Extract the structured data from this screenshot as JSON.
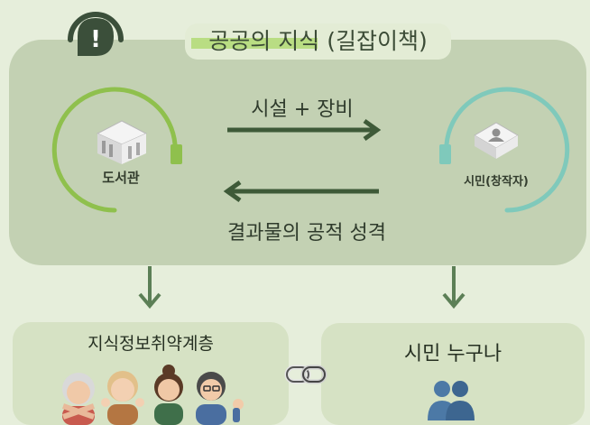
{
  "title": "공공의 지식 (길잡이책)",
  "badge": {
    "symbol": "!",
    "icon": "alert-badge-icon"
  },
  "nodes": {
    "library": {
      "label": "도서관",
      "icon": "library-building-icon"
    },
    "citizen": {
      "label": "시민(창작자)",
      "icon": "citizen-portrait-icon"
    }
  },
  "flows": {
    "forward": {
      "label": "시설 + 장비",
      "direction": "library-to-citizen"
    },
    "backward": {
      "label": "결과물의 공적 성격",
      "direction": "citizen-to-library"
    }
  },
  "outputs": {
    "left": {
      "label": "지식정보취약계층",
      "icon": "people-avatars-icon"
    },
    "right": {
      "label": "시민 누구나",
      "icon": "people-silhouette-icon"
    }
  },
  "connector": {
    "icon": "chain-link-icon"
  },
  "colors": {
    "background": "#e6eedb",
    "panel": "#c3d1b3",
    "title_highlight": "#b9dd83",
    "library_ring": "#8fc04d",
    "citizen_ring": "#7fc9bb",
    "arrow": "#3e5a38",
    "down_arrow": "#5c7f56",
    "box": "#d6e2c4",
    "people_blue": "#4c79a6"
  }
}
